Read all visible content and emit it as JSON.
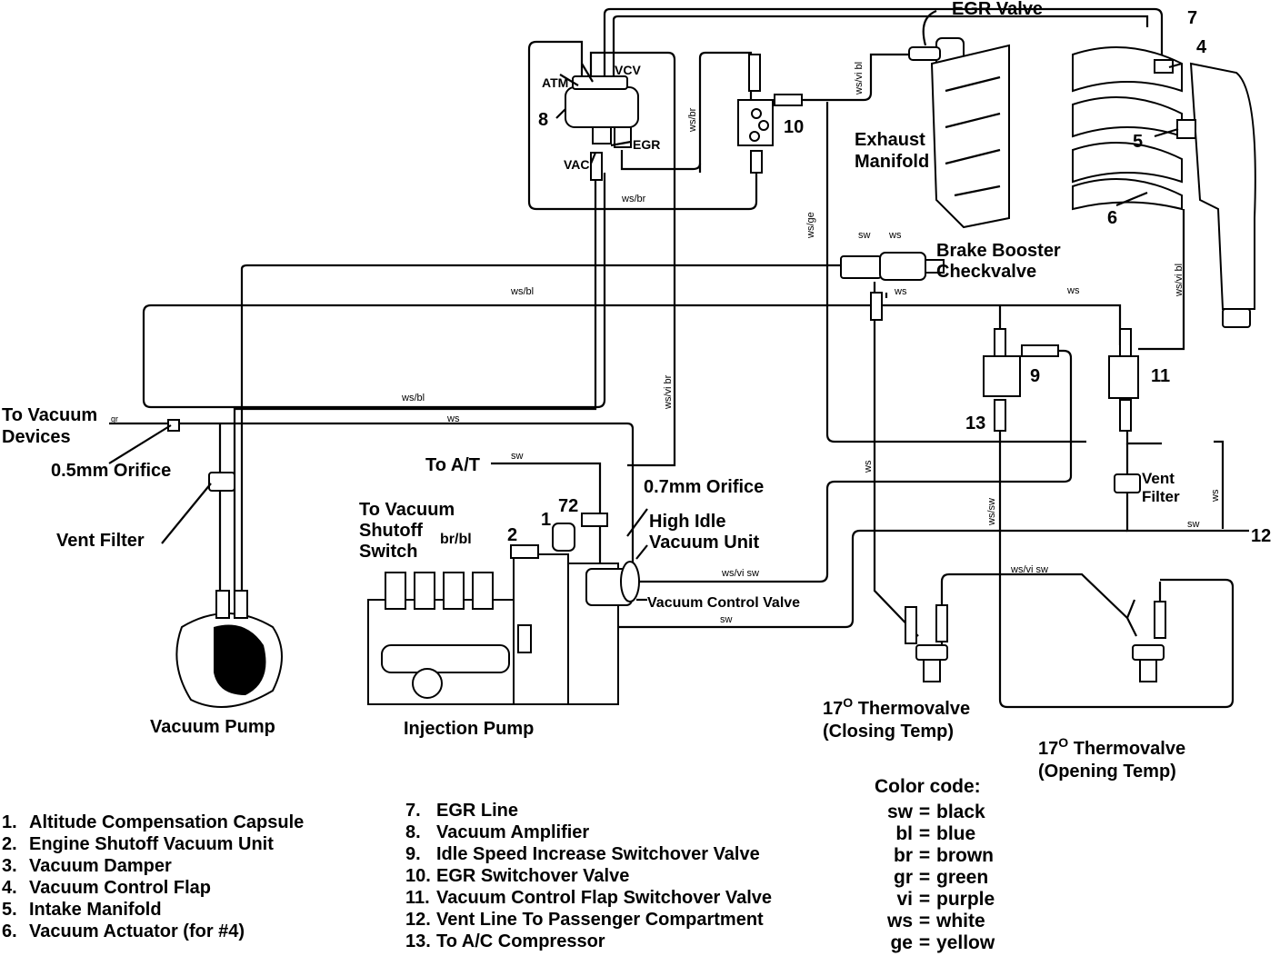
{
  "components": {
    "egr_valve": "EGR Valve",
    "exhaust_manifold": [
      "Exhaust",
      "Manifold"
    ],
    "brake_booster": [
      "Brake Booster",
      "Checkvalve"
    ],
    "to_vacuum_devices": [
      "To Vacuum",
      "Devices"
    ],
    "orifice_05": "0.5mm Orifice",
    "vent_filter_left": "Vent Filter",
    "vacuum_pump": "Vacuum Pump",
    "injection_pump": "Injection Pump",
    "to_at": "To A/T",
    "to_vacuum_shutoff": [
      "To Vacuum",
      "Shutoff",
      "Switch"
    ],
    "orifice_07": "0.7mm Orifice",
    "high_idle": [
      "High Idle",
      "Vacuum Unit"
    ],
    "vacuum_control_valve": "Vacuum Control Valve",
    "vent_filter_right": [
      "Vent",
      "Filter"
    ],
    "thermovalve_closing": [
      "17",
      "O",
      " Thermovalve",
      "(Closing Temp)"
    ],
    "thermovalve_opening": [
      "17",
      "O",
      " Thermovalve",
      "(Opening Temp)"
    ],
    "vcv_labels": {
      "atm": "ATM",
      "vcv": "VCV",
      "egr": "EGR",
      "vac": "VAC"
    }
  },
  "callouts": [
    "1",
    "2",
    "72",
    "4",
    "5",
    "6",
    "7",
    "8",
    "9",
    "10",
    "11",
    "12",
    "13"
  ],
  "wire_labels": {
    "ws_vi_bl_top": "ws/vi bl",
    "ws_br_top": "ws/br",
    "ws_br_bottom": "ws/br",
    "ws_ge": "ws/ge",
    "sw_check": "sw",
    "ws_check": "ws",
    "ws_check_low": "ws",
    "ws_bl_mid": "ws/bl",
    "ws_right": "ws",
    "ws_vi_bl_right": "ws/vi bl",
    "ws_bl_low": "ws/bl",
    "ws_low": "ws",
    "gr": "gr",
    "ws_vi_br": "ws/vi br",
    "sw_at": "sw",
    "br_bl": "br/bl",
    "ws_vi_sw_mid": "ws/vi sw",
    "sw_vcv": "sw",
    "ws_vert": "ws",
    "ws_sw_vert": "ws/sw",
    "ws_vi_sw_right": "ws/vi sw",
    "sw_vent": "sw",
    "ws_right_vert": "ws"
  },
  "legend_left": [
    {
      "num": "1.",
      "text": "Altitude Compensation Capsule"
    },
    {
      "num": "2.",
      "text": "Engine Shutoff Vacuum Unit"
    },
    {
      "num": "3.",
      "text": "Vacuum Damper"
    },
    {
      "num": "4.",
      "text": "Vacuum Control Flap"
    },
    {
      "num": "5.",
      "text": "Intake Manifold"
    },
    {
      "num": "6.",
      "text": "Vacuum Actuator (for #4)"
    }
  ],
  "legend_right": [
    {
      "num": "7.",
      "text": "EGR Line"
    },
    {
      "num": "8.",
      "text": "Vacuum Amplifier"
    },
    {
      "num": "9.",
      "text": "Idle Speed Increase Switchover Valve"
    },
    {
      "num": "10.",
      "text": "EGR Switchover Valve"
    },
    {
      "num": "11.",
      "text": "Vacuum Control Flap Switchover Valve"
    },
    {
      "num": "12.",
      "text": "Vent Line To Passenger Compartment"
    },
    {
      "num": "13.",
      "text": "To A/C Compressor"
    }
  ],
  "color_code": {
    "title": "Color code:",
    "items": [
      {
        "code": "sw",
        "name": "black"
      },
      {
        "code": "bl",
        "name": "blue"
      },
      {
        "code": "br",
        "name": "brown"
      },
      {
        "code": "gr",
        "name": "green"
      },
      {
        "code": "vi",
        "name": "purple"
      },
      {
        "code": "ws",
        "name": "white"
      },
      {
        "code": "ge",
        "name": "yellow"
      }
    ]
  }
}
